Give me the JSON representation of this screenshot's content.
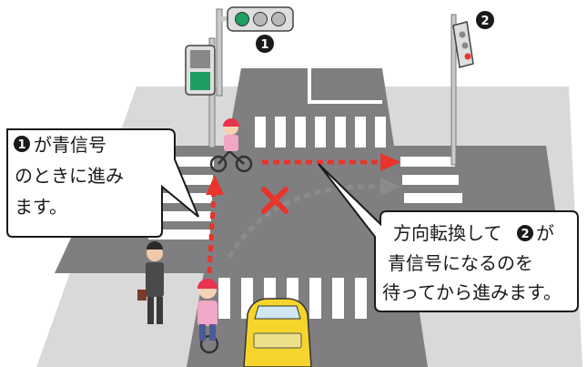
{
  "signals": {
    "signal1_number": "1",
    "signal2_number": "2"
  },
  "callouts": {
    "left_lines": [
      "が青信号",
      "のときに進み",
      "ます。"
    ],
    "left_badge": "1",
    "right_lines": [
      "方向転換して",
      "が",
      "青信号になるのを",
      "待ってから進みます。"
    ],
    "right_badge": "2"
  },
  "colors": {
    "road": "#7f7f81",
    "ground": "#dcdcdc",
    "crosswalk": "#ffffff",
    "red_path": "#e8342b",
    "gray_path": "#8b8b8b",
    "green_light": "#1e9e62",
    "car": "#f5d52c",
    "helmet": "#e8344e"
  },
  "icons": [
    "traffic-signal-icon",
    "pedestrian-signal-icon",
    "bicycle-icon",
    "pedestrian-icon",
    "car-icon",
    "x-mark-icon"
  ]
}
